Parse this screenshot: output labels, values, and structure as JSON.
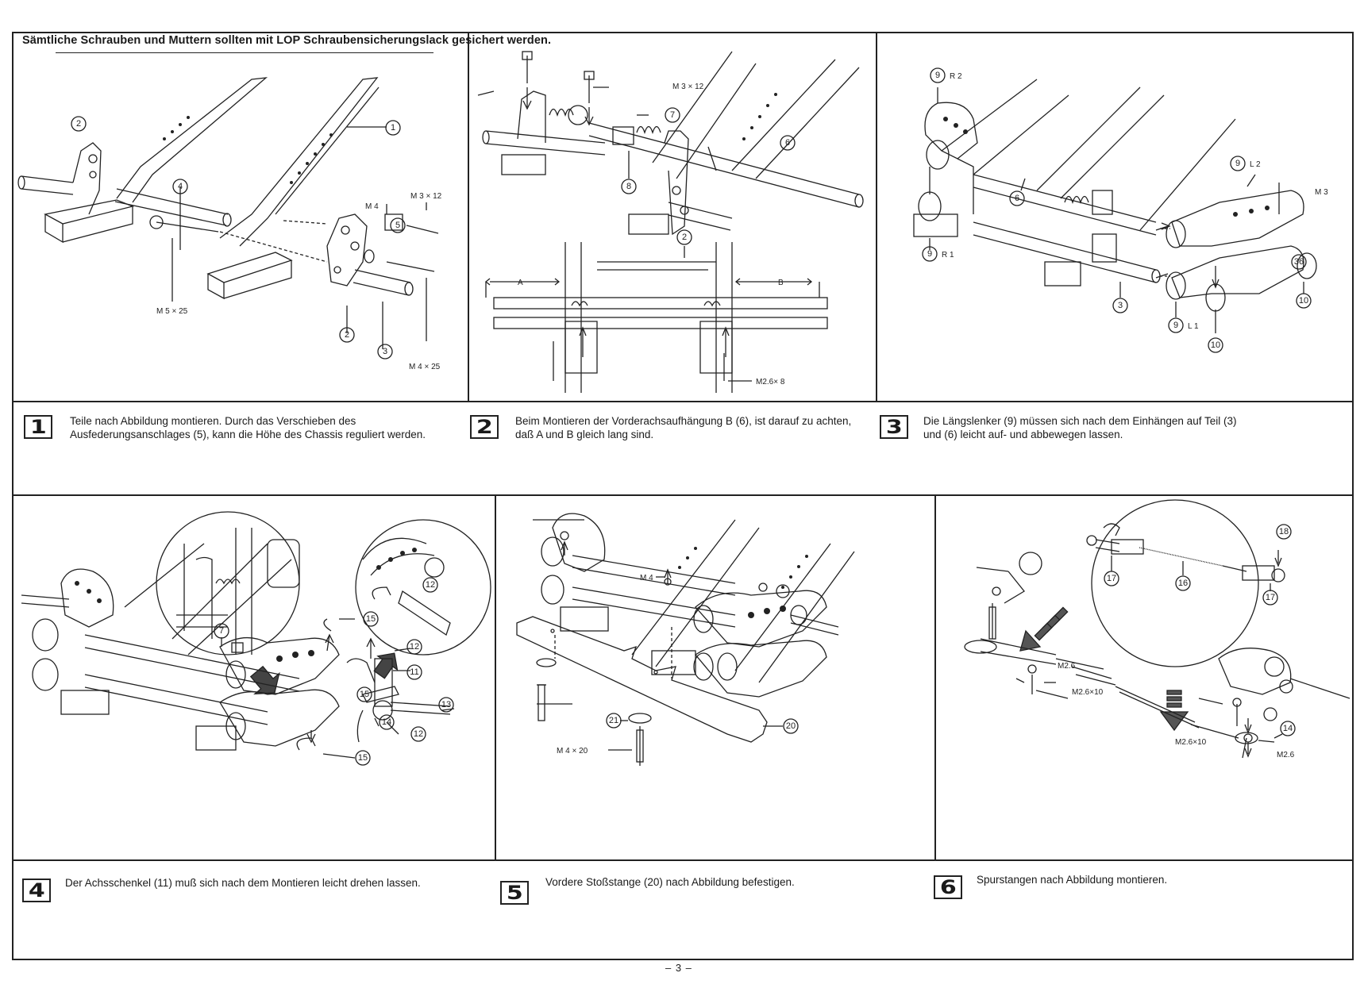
{
  "header": {
    "notice": "Sämtliche Schrauben und Muttern sollten mit LOP Schraubensicherungslack gesichert werden."
  },
  "steps": [
    {
      "number": "1",
      "text": "Teile nach Abbildung montieren. Durch das Verschieben des Ausfederungsanschlages (5), kann die Höhe des Chassis reguliert werden."
    },
    {
      "number": "2",
      "text": "Beim Montieren der Vorderachsaufhängung B (6), ist darauf zu achten, daß A und B gleich lang sind."
    },
    {
      "number": "3",
      "text": "Die Längslenker (9) müssen sich nach dem Einhängen auf Teil (3) und (6) leicht auf- und abbewegen lassen."
    },
    {
      "number": "4",
      "text": "Der Achsschenkel (11) muß sich nach dem Montieren leicht drehen lassen."
    },
    {
      "number": "5",
      "text": "Vordere Stoßstange (20) nach Abbildung befestigen."
    },
    {
      "number": "6",
      "text": "Spurstangen nach Abbildung montieren."
    }
  ],
  "diagram_labels": {
    "d1": {
      "p1": "1",
      "p2a": "2",
      "p2b": "2",
      "p3": "3",
      "p4": "4",
      "p5": "5",
      "m3x12": "M 3 × 12",
      "m4": "M 4",
      "m5x25": "M 5 × 25",
      "m4x25": "M 4 × 25"
    },
    "d2": {
      "m3x12": "M 3 × 12",
      "p7": "7",
      "p6": "6",
      "p8": "8",
      "p2": "2",
      "a": "A",
      "b": "B",
      "m26x8": "M2.6× 8"
    },
    "d3": {
      "r2": "R 2",
      "r1": "R 1",
      "l2": "L 2",
      "l1": "L 1",
      "m3": "M 3",
      "p9a": "9",
      "p9b": "9",
      "p9c": "9",
      "p9d": "9",
      "p6": "6",
      "p3": "3",
      "p36": "36",
      "p10a": "10",
      "p10b": "10"
    },
    "d4": {
      "p12a": "12",
      "p12b": "12",
      "p12c": "12",
      "p15a": "15",
      "p15b": "15",
      "p15c": "15",
      "p7": "7",
      "p11": "11",
      "p13": "13",
      "p14": "14"
    },
    "d5": {
      "m4": "M 4",
      "p21": "21",
      "p20": "20",
      "m4x20": "M 4 × 20"
    },
    "d6": {
      "p17a": "17",
      "p17b": "17",
      "p16": "16",
      "p18": "18",
      "p14": "14",
      "m26a": "M2.6",
      "m26b": "M2.6",
      "m26x10a": "M2.6×10",
      "m26x10b": "M2.6×10"
    }
  },
  "footer": {
    "page_number": "– 3 –"
  }
}
